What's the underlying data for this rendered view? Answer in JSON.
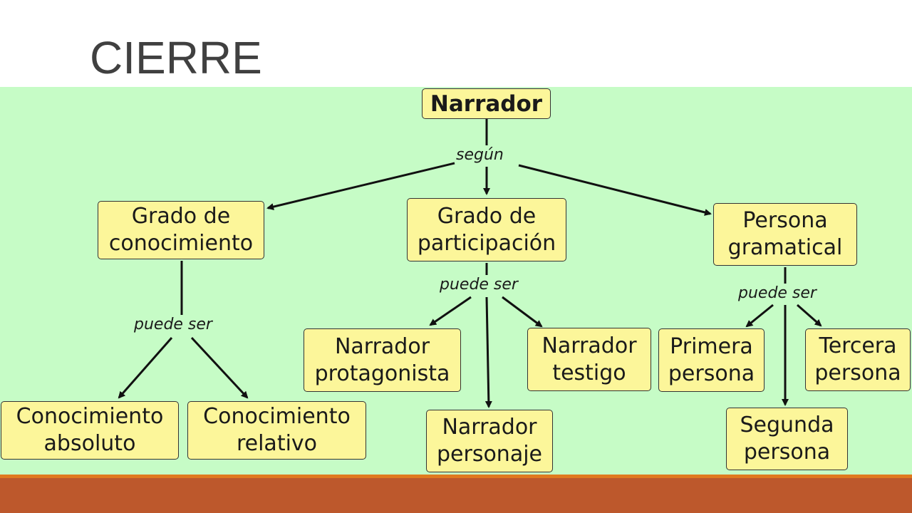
{
  "slide": {
    "title": "CIERRE"
  },
  "diagram": {
    "root": "Narrador",
    "link_segun": "según",
    "link_puede_ser": "puede ser",
    "categories": {
      "grado_conocimiento": "Grado de\nconocimiento",
      "grado_participacion": "Grado de\nparticipación",
      "persona_gramatical": "Persona\ngramatical"
    },
    "leaves": {
      "conocimiento_absoluto": "Conocimiento\nabsoluto",
      "conocimiento_relativo": "Conocimiento\nrelativo",
      "narrador_protagonista": "Narrador\nprotagonista",
      "narrador_personaje": "Narrador\npersonaje",
      "narrador_testigo": "Narrador\ntestigo",
      "primera_persona": "Primera\npersona",
      "segunda_persona": "Segunda\npersona",
      "tercera_persona": "Tercera\npersona"
    }
  },
  "colors": {
    "node_fill": "#fcf69a",
    "map_background": "#c6fcc6",
    "footer_bar": "#bd582c",
    "footer_line": "#e07a1f"
  }
}
